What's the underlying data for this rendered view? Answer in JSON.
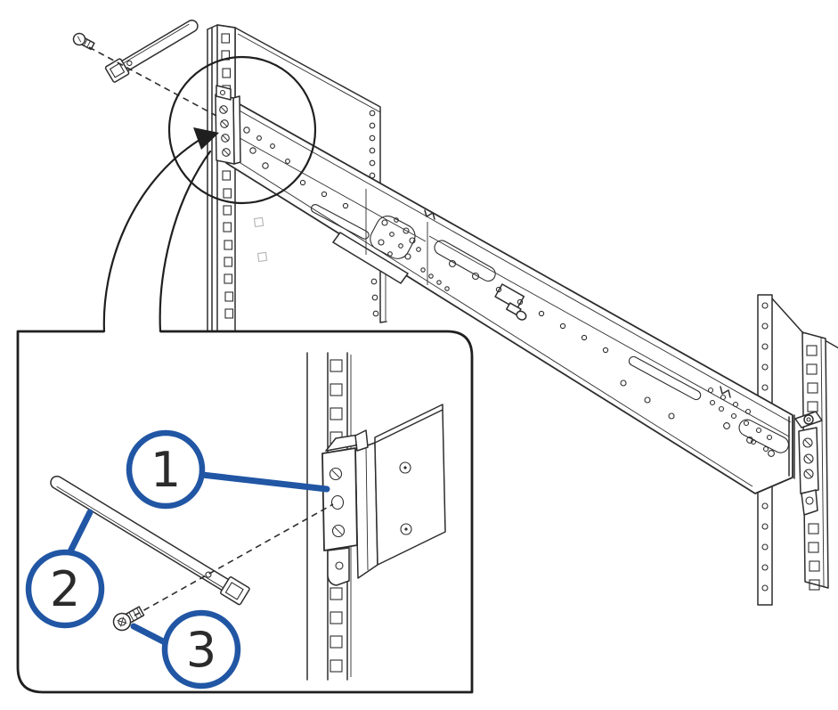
{
  "figure": {
    "title": "Rack rail installation diagram",
    "type": "line-art technical illustration",
    "main_view": {
      "parts": [
        "front rack post",
        "rack side panel",
        "telescoping slide rail",
        "rear rack posts",
        "magnifier circle",
        "screw",
        "cable strap"
      ]
    },
    "inset": {
      "parts": [
        "rail front bracket",
        "cable strap",
        "screw",
        "rack post with square holes"
      ],
      "callouts": [
        {
          "number": "1",
          "target": "rail front bracket hole"
        },
        {
          "number": "2",
          "target": "cable strap"
        },
        {
          "number": "3",
          "target": "screw"
        }
      ]
    },
    "colors": {
      "callout_blue": "#2156A4",
      "line_dark": "#2D2D2D",
      "faint_gray": "#B8B8B8",
      "background": "#FFFFFF"
    }
  }
}
